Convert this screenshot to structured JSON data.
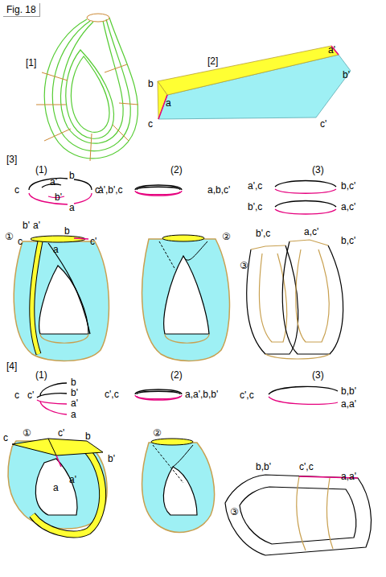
{
  "diagram": {
    "title": "Fig. 18",
    "labels": [
      "[1]",
      "[2]",
      "a'",
      "b'",
      "b",
      "a",
      "c",
      "c'",
      "[3]",
      "(1)",
      "(2)",
      "(3)",
      "b",
      "a'",
      "c",
      "c'",
      "b'",
      "a",
      "a',b',c",
      "a,b,c'",
      "a',c",
      "b,c'",
      "b',c",
      "a,c'",
      "b'",
      "a'",
      "b",
      "①",
      "c",
      "c'",
      "a",
      "②",
      "b',c",
      "a,c'",
      "b,c'",
      "③",
      "[4]",
      "(1)",
      "(2)",
      "(3)",
      "b",
      "b'",
      "c",
      "c'",
      "a'",
      "a",
      "c',c",
      "a,a',b,b'",
      "c',c",
      "b,b'",
      "a,a'",
      "①",
      "c'",
      "c",
      "b",
      "②",
      "b'",
      "a'",
      "a",
      "b,b'",
      "c',c",
      "a,a'",
      "③"
    ]
  }
}
